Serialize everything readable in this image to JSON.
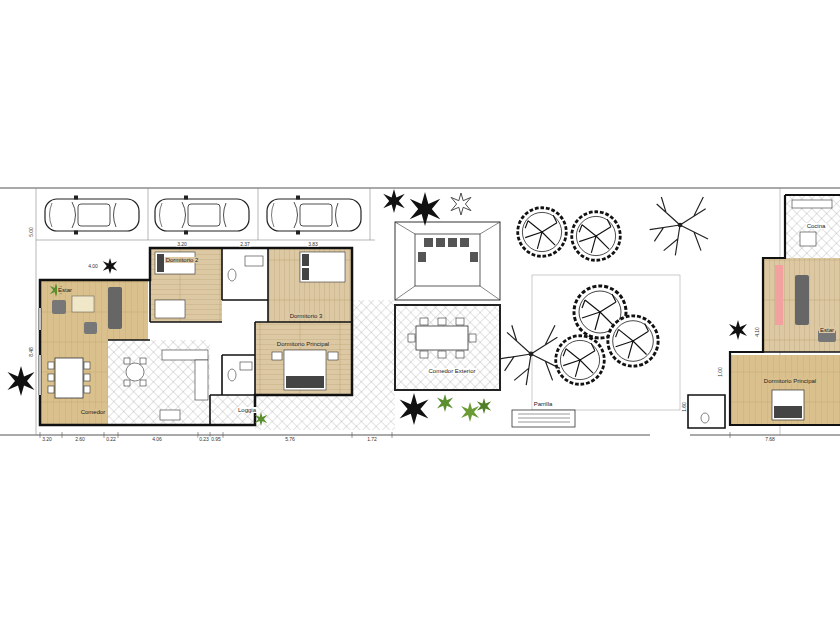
{
  "diagram": {
    "nodes": [
      {
        "text": [
          "Estar"
        ]
      },
      {
        "text": [
          "Comedor"
        ]
      },
      {
        "text": [
          "Dormitorio 2"
        ]
      },
      {
        "text": [
          "Dormitorio 3"
        ]
      },
      {
        "text": [
          "Dormitorio Principal"
        ]
      },
      {
        "text": [
          "Loggia"
        ]
      },
      {
        "text": [
          "Comedor Exterior"
        ]
      },
      {
        "text": [
          "Parrilla"
        ]
      },
      {
        "text": [
          "Cocina"
        ]
      },
      {
        "text": [
          "Estar"
        ]
      },
      {
        "text": [
          "Dormitorio Principal"
        ]
      }
    ],
    "labels": [
      "5.00",
      "4.00",
      "3.20",
      "2.37",
      "3.83",
      "8.48",
      "3.20",
      "2.60",
      "0.22",
      "4.06",
      "0.23",
      "0.95",
      "5.76",
      "1.72",
      "4.10",
      "1.00",
      "1.60",
      "7.68"
    ]
  }
}
